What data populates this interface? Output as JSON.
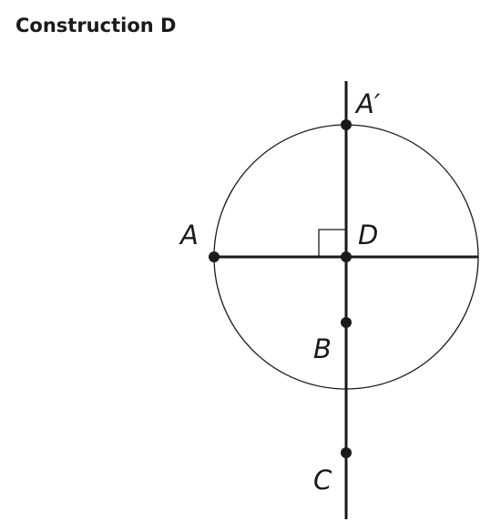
{
  "title": "Construction D",
  "points": {
    "A": "A",
    "A_prime": "A′",
    "B": "B",
    "C": "C",
    "D": "D"
  }
}
